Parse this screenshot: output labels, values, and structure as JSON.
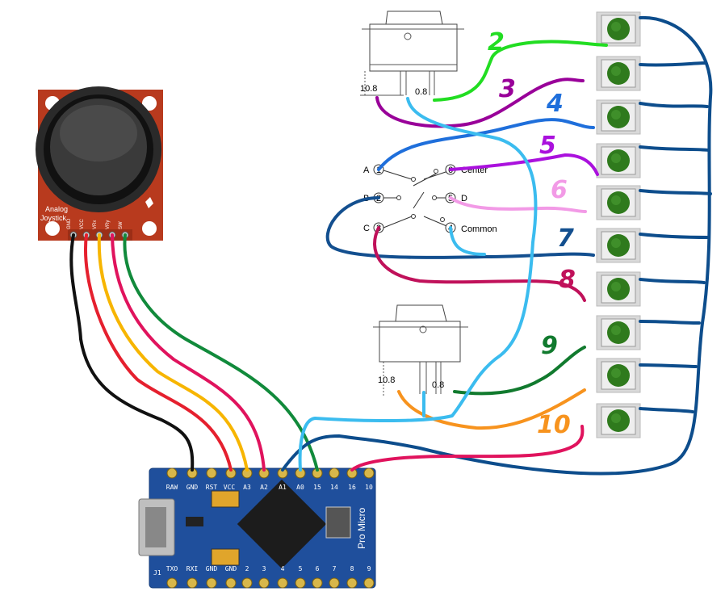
{
  "joystick": {
    "label_line1": "Analog",
    "label_line2": "Joystick",
    "pins": [
      "GND",
      "VCC",
      "VRx",
      "VRy",
      "SW"
    ]
  },
  "switch_diagram": {
    "top_dim_left": "10.8",
    "top_dim_right": "0.8",
    "bottom_dim_left": "10.8",
    "bottom_dim_right": "0.8",
    "terminals": [
      {
        "letter": "A",
        "num": "1"
      },
      {
        "letter": "B",
        "num": "2"
      },
      {
        "letter": "C",
        "num": "3"
      },
      {
        "letter": "Center",
        "num": "6"
      },
      {
        "letter": "D",
        "num": "5"
      },
      {
        "letter": "Common",
        "num": "4"
      }
    ]
  },
  "button_numbers": [
    "2",
    "3",
    "4",
    "5",
    "6",
    "7",
    "8",
    "9",
    "10"
  ],
  "colors": {
    "btn2": "#22dd22",
    "btn3": "#990099",
    "btn4": "#1f6fdb",
    "btn5": "#aa11dd",
    "btn6": "#f29ae6",
    "btn7": "#134f8f",
    "btn8": "#c0115a",
    "btn9": "#117a2e",
    "btn10": "#f7931e",
    "ground": "#0d4d8c",
    "cyan": "#3bbcef",
    "board": "#1f4f9c",
    "joystick_board": "#b83a1e"
  },
  "pro_micro": {
    "name": "Pro Micro",
    "top_pins": [
      "RAW",
      "GND",
      "RST",
      "VCC",
      "A3",
      "A2",
      "A1",
      "A0",
      "15",
      "14",
      "16",
      "10"
    ],
    "bottom_pins": [
      "TXO",
      "RXI",
      "GND",
      "GND",
      "2",
      "3",
      "4",
      "5",
      "6",
      "7",
      "8",
      "9"
    ],
    "corner_label": "J1"
  }
}
